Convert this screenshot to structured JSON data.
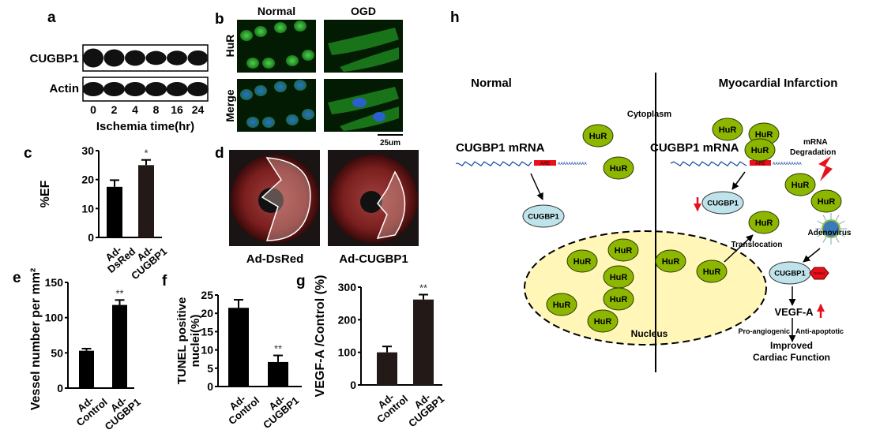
{
  "panels": {
    "a": "a",
    "b": "b",
    "c": "c",
    "d": "d",
    "e": "e",
    "f": "f",
    "g": "g",
    "h": "h"
  },
  "blot": {
    "rows": [
      "CUGBP1",
      "Actin"
    ],
    "timepoints": [
      "0",
      "2",
      "4",
      "8",
      "16",
      "24"
    ],
    "xlabel": "Ischemia time(hr)",
    "cugbp1_intensity": [
      1.0,
      0.85,
      0.7,
      0.55,
      0.6,
      0.65
    ]
  },
  "microscopy": {
    "columns": [
      "Normal",
      "OGD"
    ],
    "rows": [
      "HuR",
      "Merge"
    ],
    "scalebar": "25um"
  },
  "hearts": {
    "labels": [
      "Ad-DsRed",
      "Ad-CUGBP1"
    ]
  },
  "chart_data": [
    {
      "id": "c",
      "type": "bar",
      "ylabel": "%EF",
      "categories": [
        "Ad-DsRed",
        "Ad-CUGBP1"
      ],
      "cat_lines": [
        [
          "Ad-",
          "DsRed"
        ],
        [
          "Ad-",
          "CUGBP1"
        ]
      ],
      "values": [
        17.5,
        25
      ],
      "errors": [
        2.3,
        1.8
      ],
      "significance": [
        "",
        "*"
      ],
      "ylim": [
        0,
        30
      ],
      "yticks": [
        "0",
        "10",
        "20",
        "30"
      ],
      "colors": [
        "#000000",
        "#231a17"
      ]
    },
    {
      "id": "e",
      "type": "bar",
      "ylabel": "Vessel number per mm²",
      "categories": [
        "Ad-Control",
        "Ad-CUGBP1"
      ],
      "cat_lines": [
        [
          "Ad-",
          "Control"
        ],
        [
          "Ad-",
          "CUGBP1"
        ]
      ],
      "values": [
        53,
        118
      ],
      "errors": [
        3,
        7
      ],
      "significance": [
        "",
        "**"
      ],
      "ylim": [
        0,
        150
      ],
      "yticks": [
        "0",
        "50",
        "100",
        "150"
      ],
      "colors": [
        "#000000",
        "#000000"
      ]
    },
    {
      "id": "f",
      "type": "bar",
      "ylabel": [
        "TUNEL positive",
        "nuclei(%)"
      ],
      "categories": [
        "Ad-Control",
        "Ad-CUGBP1"
      ],
      "cat_lines": [
        [
          "Ad-",
          "Control"
        ],
        [
          "Ad-",
          "CUGBP1"
        ]
      ],
      "values": [
        21.5,
        6.7
      ],
      "errors": [
        2.2,
        1.8
      ],
      "significance": [
        "",
        "**"
      ],
      "ylim": [
        0,
        25
      ],
      "yticks": [
        "0",
        "5",
        "10",
        "15",
        "20",
        "25"
      ],
      "colors": [
        "#000000",
        "#000000"
      ]
    },
    {
      "id": "g",
      "type": "bar",
      "ylabel": "VEGF-A /Control (%)",
      "categories": [
        "Ad-Control",
        "Ad-CUGBP1"
      ],
      "cat_lines": [
        [
          "Ad-",
          "Control"
        ],
        [
          "Ad-",
          "CUGBP1"
        ]
      ],
      "values": [
        100,
        262
      ],
      "errors": [
        18,
        15
      ],
      "significance": [
        "",
        "**"
      ],
      "ylim": [
        0,
        300
      ],
      "yticks": [
        "0",
        "100",
        "200",
        "300"
      ],
      "colors": [
        "#231a17",
        "#231a17"
      ]
    }
  ],
  "diagram": {
    "normal_title": "Normal",
    "mi_title": "Myocardial Infarction",
    "cytoplasm": "Cytoplasm",
    "nucleus": "Nucleus",
    "mrna_normal": "CUGBP1 mRNA",
    "mrna_mi": "CUGBP1 mRNA",
    "are": "ARE",
    "polya": "AAAAAAAAAAA",
    "hur": "HuR",
    "cugbp1": "CUGBP1",
    "dsred": "DsRed",
    "degradation": [
      "mRNA",
      "Degradation"
    ],
    "translocation": "Translocation",
    "adenovirus": "Adenovirus",
    "vegf": "VEGF-A",
    "pro": "Pro-angiogenic",
    "anti": "Anti-apoptotic",
    "outcome": [
      "Improved",
      "Cardiac Function"
    ],
    "colors": {
      "hur": "#8db600",
      "cugbp1": "#bfe3ea",
      "nucleus": "#fff6b8",
      "are": "#e8101a",
      "mrna": "#1f4fa8",
      "arrow_red": "#e8101a"
    }
  }
}
